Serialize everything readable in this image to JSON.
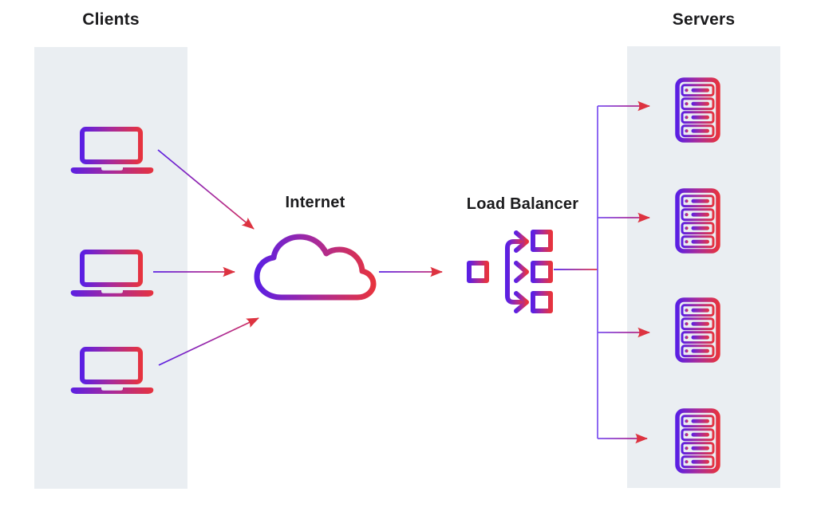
{
  "diagram": {
    "title_implicit": "Load balancing architecture",
    "clients": {
      "title": "Clients",
      "count": 3
    },
    "internet": {
      "label": "Internet"
    },
    "load_balancer": {
      "label": "Load Balancer",
      "outputs": 3
    },
    "servers": {
      "title": "Servers",
      "count": 4
    },
    "connections": [
      {
        "from": "client-1",
        "to": "internet"
      },
      {
        "from": "client-2",
        "to": "internet"
      },
      {
        "from": "client-3",
        "to": "internet"
      },
      {
        "from": "internet",
        "to": "load-balancer"
      },
      {
        "from": "load-balancer",
        "to": "server-1"
      },
      {
        "from": "load-balancer",
        "to": "server-2"
      },
      {
        "from": "load-balancer",
        "to": "server-3"
      },
      {
        "from": "load-balancer",
        "to": "server-4"
      }
    ]
  },
  "icons": {
    "client": "laptop-icon",
    "internet": "cloud-icon",
    "load_balancer": "load-balancer-icon",
    "server": "server-rack-icon"
  },
  "colors": {
    "background": "#ffffff",
    "band": "#eaeef2",
    "title_text": "#1b1b1d",
    "gradient_start": "#5b1fe3",
    "gradient_mid": "#a82a9a",
    "gradient_end": "#e6333f",
    "arrow_red": "#dd3340",
    "trunk_violet": "#7a4ff0"
  }
}
